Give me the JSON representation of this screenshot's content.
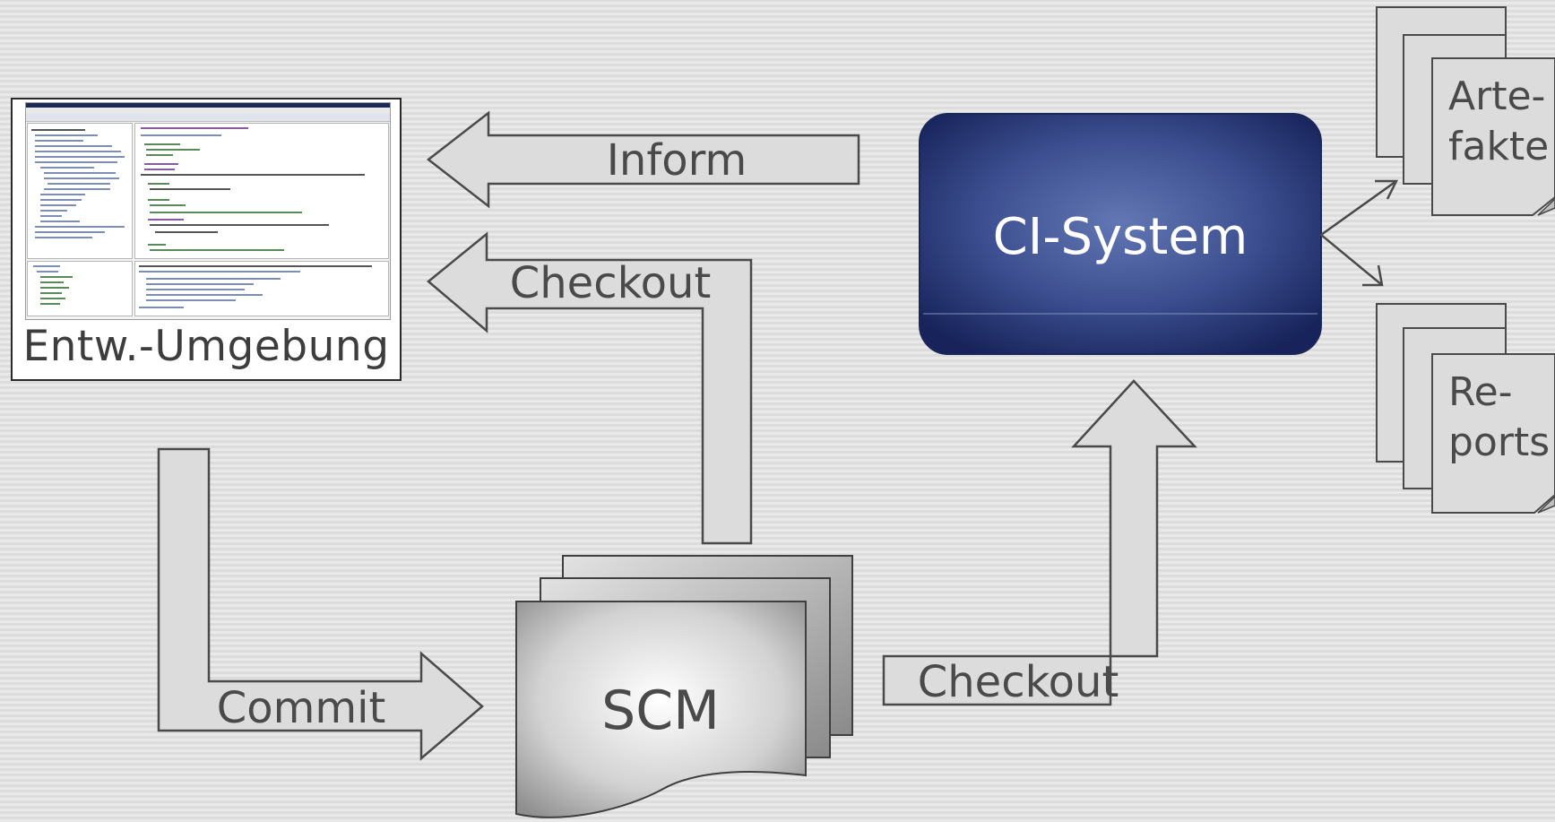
{
  "labels": {
    "inform": "Inform",
    "checkout_left": "Checkout",
    "commit": "Commit",
    "checkout_right": "Checkout",
    "scm": "SCM",
    "ci_system": "CI-System",
    "ide": "Entw.-Umgebung",
    "artefakte_line1": "Arte-",
    "artefakte_line2": "fakte",
    "reports_line1": "Re-",
    "reports_line2": "ports"
  },
  "colors": {
    "background": "#e3e3e3",
    "arrow_fill": "#dcdcdc",
    "arrow_stroke": "#4a4a4a",
    "ci_box_dark": "#1a2758",
    "ci_box_light": "#5d72b0"
  }
}
